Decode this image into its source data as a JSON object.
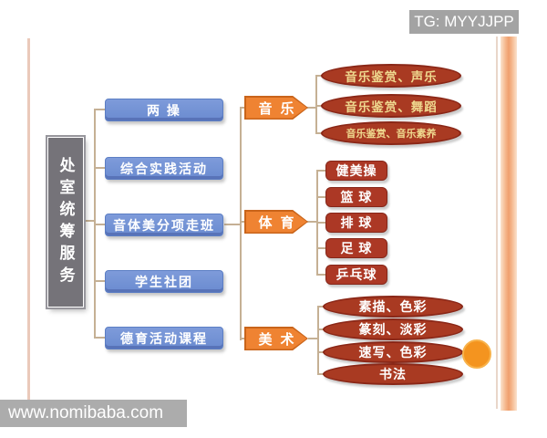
{
  "watermarks": {
    "top_right": "TG: MYYJJPP",
    "bottom_left": "www.nomibaba.com"
  },
  "root": {
    "label": "处室统筹服务"
  },
  "level1": [
    {
      "label": "两 操"
    },
    {
      "label": "综合实践活动"
    },
    {
      "label": "音体美分项走班"
    },
    {
      "label": "学生社团"
    },
    {
      "label": "德育活动课程"
    }
  ],
  "branches": [
    {
      "label": "音乐",
      "children": [
        "音乐鉴赏、声乐",
        "音乐鉴赏、舞蹈",
        "音乐鉴赏、音乐素养"
      ]
    },
    {
      "label": "体育",
      "children": [
        "健美操",
        "篮 球",
        "排 球",
        "足 球",
        "乒乓球"
      ]
    },
    {
      "label": "美术",
      "children": [
        "素描、色彩",
        "篆刻、淡彩",
        "速写、色彩",
        "书法"
      ]
    }
  ],
  "colors": {
    "blue_box": "#6a8bd0",
    "orange_arrow": "#ef8332",
    "red_shape": "#a93a22",
    "gold_text": "#efd98f",
    "root_gray": "#757379",
    "accent_stripe": "#f5b88e",
    "dot_orange": "#f4941f"
  }
}
